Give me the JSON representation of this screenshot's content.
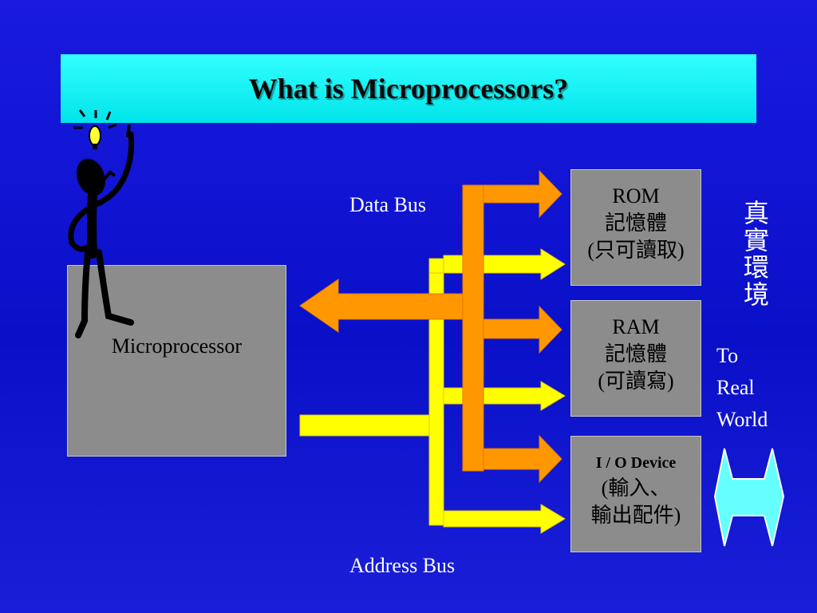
{
  "title": "What is Microprocessors?",
  "microprocessor": {
    "label": "Microprocessor"
  },
  "data_bus_label": "Data Bus",
  "address_bus_label": "Address Bus",
  "rom": {
    "line1": "ROM",
    "line2": "記憶體",
    "line3": "(只可讀取)"
  },
  "ram": {
    "line1": "RAM",
    "line2": "記憶體",
    "line3": "(可讀寫)"
  },
  "io": {
    "line1": "I / O Device",
    "line2": "(輸入、",
    "line3": "輸出配件)"
  },
  "real_world_zh": "真實環境",
  "to_real_world": {
    "line1": "To",
    "line2": "Real",
    "line3": "World"
  },
  "colors": {
    "background": "#1010d8",
    "title_banner": "#00f0f0",
    "data_bus": "#ff9800",
    "address_bus": "#ffff00",
    "box": "#8c8c8c",
    "io_arrow": "#66ffff"
  }
}
